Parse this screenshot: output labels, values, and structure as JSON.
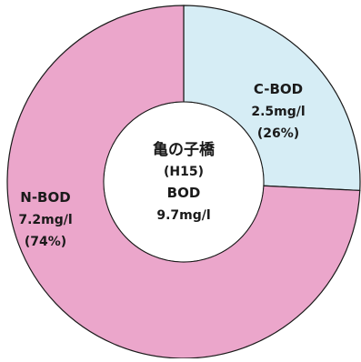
{
  "chart_data": {
    "type": "pie",
    "style": "donut",
    "center_text": [
      "亀の子橋",
      "(H15)",
      "BOD",
      "9.7mg/l"
    ],
    "slices": [
      {
        "name": "C-BOD",
        "value": 2.5,
        "unit": "mg/l",
        "percent": 26,
        "value_label": "2.5mg/l",
        "percent_label": "(26%)",
        "color": "#d6edf5"
      },
      {
        "name": "N-BOD",
        "value": 7.2,
        "unit": "mg/l",
        "percent": 74,
        "value_label": "7.2mg/l",
        "percent_label": "(74%)",
        "color": "#eba6cb"
      }
    ],
    "start_angle_deg": 0,
    "direction": "clockwise",
    "legend": "none",
    "edge_color": "#1a1a1a"
  }
}
